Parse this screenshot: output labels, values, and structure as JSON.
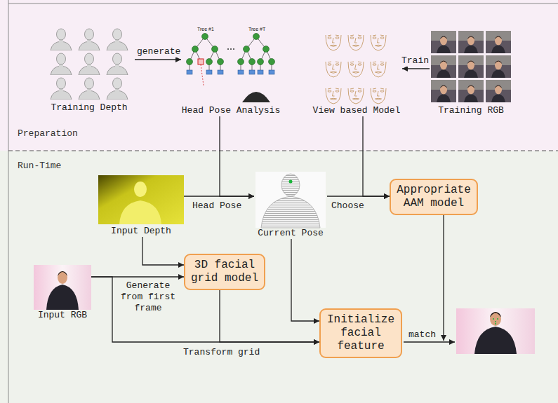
{
  "diagram": {
    "nodes": [
      {
        "text": [
          "Preparation"
        ]
      },
      {
        "text": [
          "Training Depth"
        ],
        "in": 0
      },
      {
        "text": [
          "Head Pose Analysis"
        ],
        "in": 0
      },
      {
        "text": [
          "View based Model"
        ],
        "in": 0
      },
      {
        "text": [
          "Training RGB"
        ],
        "in": 0
      },
      {
        "text": [
          "Run-Time"
        ]
      },
      {
        "text": [
          "Input Depth"
        ],
        "in": 5
      },
      {
        "text": [
          "Current Pose"
        ],
        "in": 5
      },
      {
        "text": [
          "Appropriate AAM model"
        ],
        "in": 5
      },
      {
        "text": [
          "3D facial grid model"
        ],
        "in": 5
      },
      {
        "text": [
          "Input RGB"
        ],
        "in": 5
      },
      {
        "text": [
          "Initialize facial feature"
        ],
        "in": 5
      }
    ],
    "edges": [
      {
        "from": 1,
        "to": 2,
        "label": "generate",
        "arrow": "to"
      },
      {
        "from": 4,
        "to": 3,
        "label": "Train",
        "arrow": "to"
      },
      {
        "from": 6,
        "to": 7,
        "label": "Head Pose",
        "arrow": "to"
      },
      {
        "from": 2,
        "to": 7,
        "arrow": "to"
      },
      {
        "from": 7,
        "to": 8,
        "label": "Choose",
        "arrow": "to"
      },
      {
        "from": 3,
        "to": 8,
        "arrow": "to"
      },
      {
        "from": 6,
        "to": 9,
        "label": "Generate from first frame",
        "arrow": "to"
      },
      {
        "from": 10,
        "to": 9,
        "arrow": "to"
      },
      {
        "from": 10,
        "to": 11,
        "arrow": "to"
      },
      {
        "from": 9,
        "to": 11,
        "label": "Transform grid",
        "arrow": "to"
      },
      {
        "from": 7,
        "to": 11,
        "arrow": "to"
      }
    ],
    "labels": [
      "Tree #1",
      "Tree #T",
      "match"
    ]
  }
}
